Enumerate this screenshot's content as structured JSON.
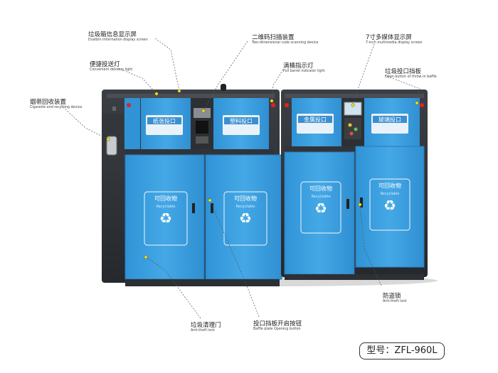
{
  "callouts": {
    "display_screen": {
      "zh": "垃圾箱信息显示屏",
      "en": "Dustbin information display screen"
    },
    "qr_scanner": {
      "zh": "二维码扫描装置",
      "en": "Two-dimensional code scanning device"
    },
    "multimedia": {
      "zh": "7寸多媒体显示屏",
      "en": "7-inch multimedia display screen"
    },
    "delivery_light": {
      "zh": "便捷投送灯",
      "en": "Convenient delivery light"
    },
    "full_indicator": {
      "zh": "满桶指示灯",
      "en": "Full barrel indicator light"
    },
    "open_button": {
      "zh": "垃圾投口挡板",
      "en": "Open button of throw-in baffle"
    },
    "cigarette": {
      "zh": "烟蒂回收装置",
      "en": "Cigarette end recycling device"
    },
    "anti_theft_lock": {
      "zh": "防盗锁",
      "en": "Anti-theft lock"
    },
    "cleanup_door": {
      "zh": "垃圾清理门",
      "en": "Anti-theft lock"
    },
    "baffle_button": {
      "zh": "投口挡板开启按钮",
      "en": "Baffle plate  Opening button"
    }
  },
  "panels": [
    "纸张投口",
    "塑料投口",
    "金属投口",
    "玻璃投口"
  ],
  "doors": {
    "title": "可回收物",
    "subtitle": "Recyclable"
  },
  "model": "型号：ZFL-960L",
  "colors": {
    "cabinet_blue": "#3a9fe0",
    "frame_dark": "#2f3338"
  }
}
